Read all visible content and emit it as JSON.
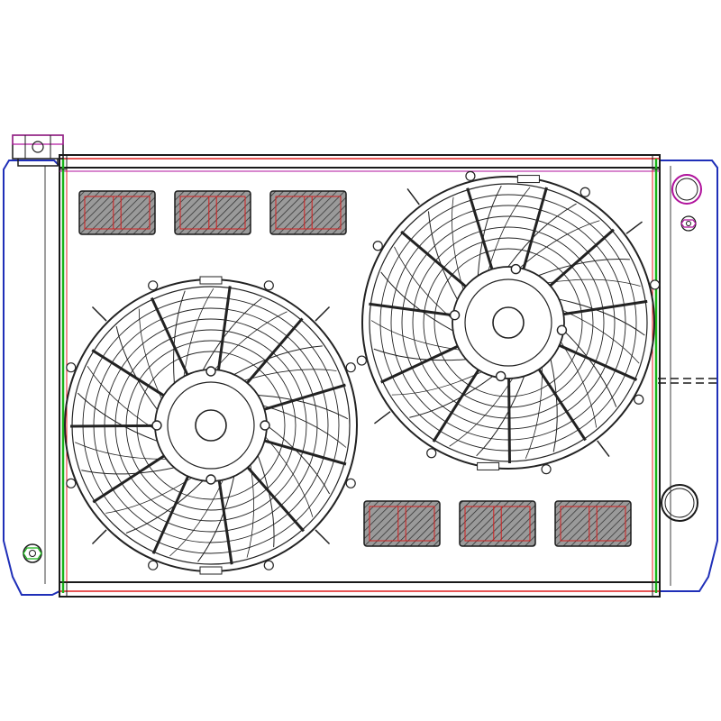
{
  "diagram": {
    "subject": "radiator-with-dual-electric-fans",
    "colors": {
      "background": "#ffffff",
      "outline": "#1a1a1a",
      "tank": "#1f2fb8",
      "core_green": "#18b418",
      "core_red": "#e01e1e",
      "accent_magenta": "#b0129c",
      "hatch_fill": "#8a8a8a",
      "hatch_red": "#d42020",
      "fan_lines": "#222222"
    },
    "fans": [
      {
        "id": "left-fan",
        "blades": 11
      },
      {
        "id": "right-fan",
        "blades": 11
      }
    ],
    "hatch_pads": [
      {
        "id": "pad-top-1"
      },
      {
        "id": "pad-top-2"
      },
      {
        "id": "pad-top-3"
      },
      {
        "id": "pad-bottom-1"
      },
      {
        "id": "pad-bottom-2"
      },
      {
        "id": "pad-bottom-3"
      }
    ],
    "fittings": [
      {
        "id": "filler-cap"
      },
      {
        "id": "inlet-port-upper-right"
      },
      {
        "id": "drain-petcock-right"
      },
      {
        "id": "outlet-port-lower-right"
      },
      {
        "id": "drain-petcock-left"
      }
    ]
  }
}
